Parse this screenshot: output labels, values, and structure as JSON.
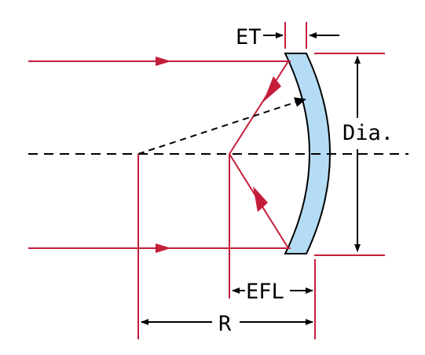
{
  "labels": {
    "et": "ET",
    "dia": "Dia.",
    "efl": "EFL",
    "r": "R"
  },
  "colors": {
    "ray": "#c41e3a",
    "lens_fill": "#b4dcf5",
    "outline": "#000000",
    "background": "#ffffff"
  }
}
